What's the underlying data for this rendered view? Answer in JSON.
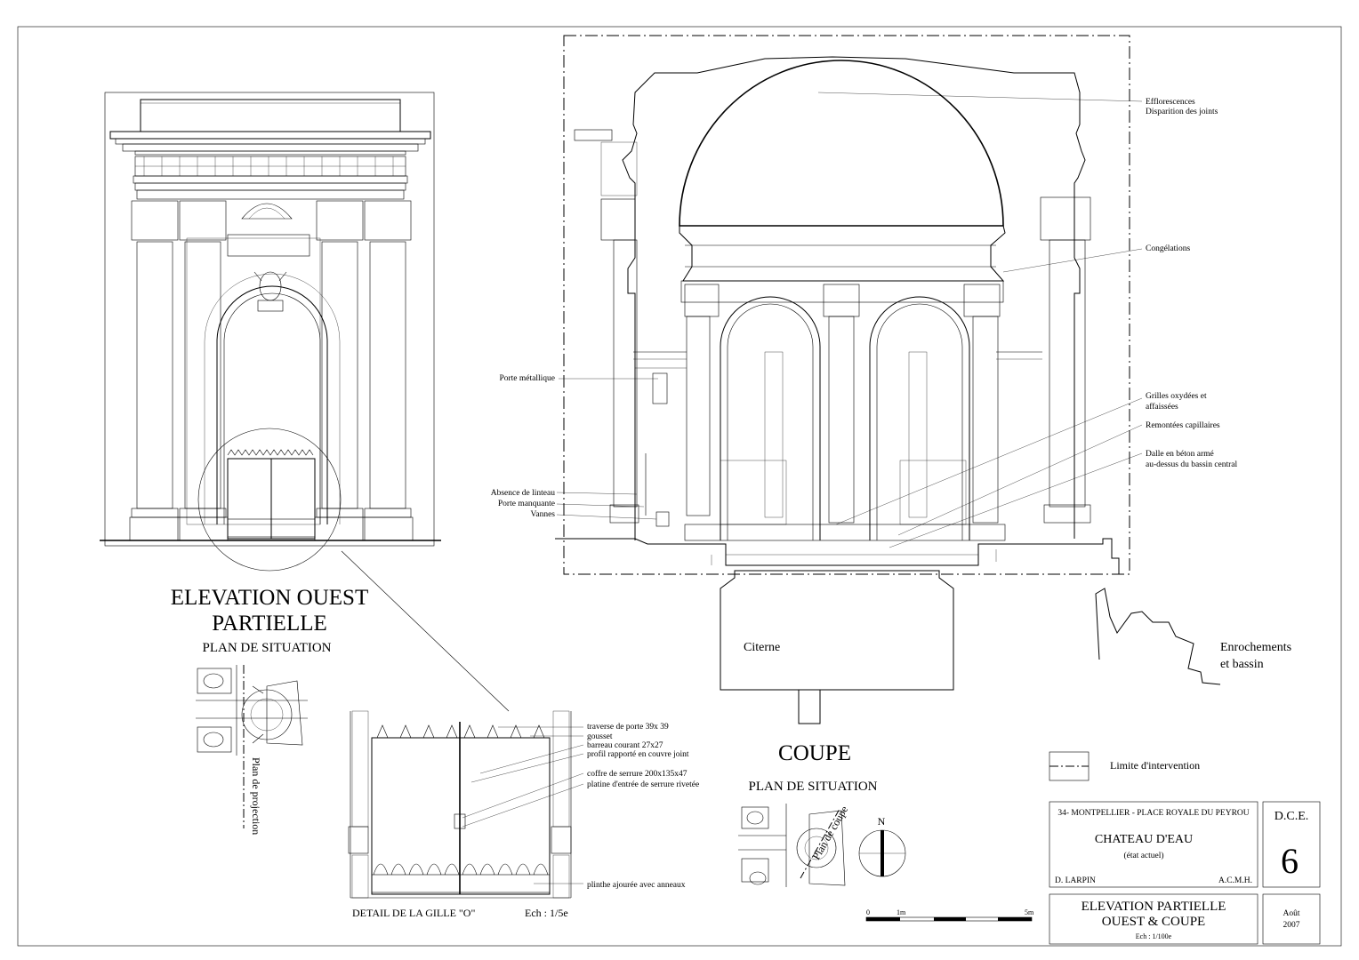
{
  "drawing": {
    "elevation_title": "ELEVATION OUEST",
    "elevation_title_2": "PARTIELLE",
    "plan_situation_left": "PLAN DE SITUATION",
    "plan_projection": "Plan de projection",
    "coupe_title": "COUPE",
    "plan_situation_right": "PLAN DE SITUATION",
    "plan_coupe": "Plan de coupe",
    "north": "N",
    "citerne": "Citerne",
    "enrochements": "Enrochements",
    "enrochements_2": "et bassin",
    "detail_title": "DETAIL DE  LA GILLE  \"O\"",
    "detail_scale": "Ech : 1/5e",
    "legend_label": "Limite d'intervention"
  },
  "annotations_coupe": [
    "Efflorescences",
    "Disparition des joints",
    "Congélations",
    "Porte métallique",
    "Grilles oxydées et",
    "affaissées",
    "Remontées capillaires",
    "Dalle en béton armé",
    "au-dessus du bassin central",
    "Absence de linteau",
    "Porte manquante",
    "Vannes"
  ],
  "annotations_detail": [
    "traverse de porte 39x 39",
    "gousset",
    "barreau courant 27x27",
    "profil rapporté en couvre joint",
    "coffre de serrure 200x135x47",
    "platine d'entrée de serrure rivetée",
    "plinthe ajourée avec anneaux"
  ],
  "scale_bar": {
    "labels": [
      "0",
      "1m",
      "5m"
    ]
  },
  "title_block": {
    "location": "34- MONTPELLIER - PLACE ROYALE DU PEYROU",
    "building": "CHATEAU D'EAU",
    "state": "(état actuel)",
    "author": "D. LARPIN",
    "office": "A.C.M.H.",
    "phase": "D.C.E.",
    "sheet_number": "6",
    "sheet_title_1": "ELEVATION PARTIELLE",
    "sheet_title_2": "OUEST & COUPE",
    "sheet_scale": "Ech : 1/100e",
    "date_1": "Août",
    "date_2": "2007"
  }
}
